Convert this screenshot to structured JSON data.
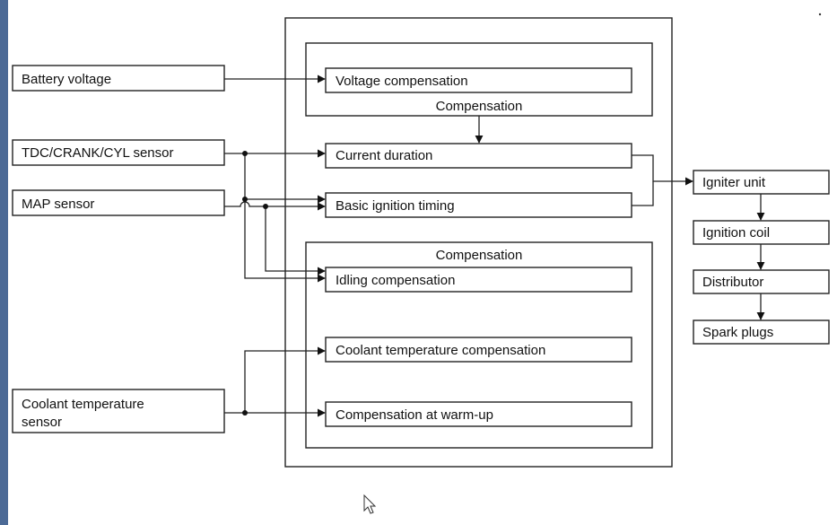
{
  "inputs": {
    "battery_voltage": "Battery voltage",
    "tdc_sensor": "TDC/CRANK/CYL sensor",
    "map_sensor": "MAP sensor",
    "coolant_sensor_line1": "Coolant temperature",
    "coolant_sensor_line2": "sensor"
  },
  "ecu": {
    "voltage_compensation": "Voltage compensation",
    "compensation_upper": "Compensation",
    "current_duration": "Current duration",
    "basic_ignition_timing": "Basic ignition timing",
    "compensation_lower": "Compensation",
    "idling_compensation": "Idling compensation",
    "coolant_temperature_compensation": "Coolant temperature compensation",
    "compensation_at_warmup": "Compensation at warm-up"
  },
  "outputs": {
    "igniter_unit": "Igniter unit",
    "ignition_coil": "Ignition coil",
    "distributor": "Distributor",
    "spark_plugs": "Spark plugs"
  },
  "colors": {
    "left_window_edge": "#4c6a96"
  },
  "icons": {
    "pointer": "mouse-pointer-icon"
  }
}
